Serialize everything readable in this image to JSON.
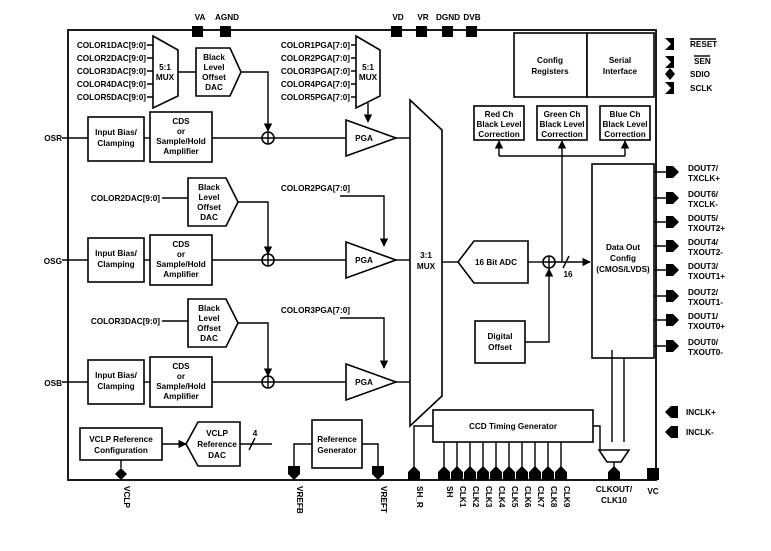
{
  "inputs": {
    "os_r": "OSR",
    "os_g": "OSG",
    "os_b": "OSB"
  },
  "color_dac": {
    "l1": "COLOR1DAC[9:0]",
    "l2": "COLOR2DAC[9:0]",
    "l3": "COLOR3DAC[9:0]",
    "l4": "COLOR4DAC[9:0]",
    "l5": "COLOR5DAC[9:0]"
  },
  "color_pga": {
    "l1": "COLOR1PGA[7:0]",
    "l2": "COLOR2PGA[7:0]",
    "l3": "COLOR3PGA[7:0]",
    "l4": "COLOR4PGA[7:0]",
    "l5": "COLOR5PGA[7:0]"
  },
  "mux51": {
    "l1": "5:1",
    "l2": "MUX"
  },
  "black_dac": {
    "l1": "Black",
    "l2": "Level",
    "l3": "Offset",
    "l4": "DAC"
  },
  "bias": {
    "l1": "Input Bias/",
    "l2": "Clamping"
  },
  "cds": {
    "l1": "CDS",
    "l2": "or",
    "l3": "Sample/Hold",
    "l4": "Amplifier"
  },
  "pga": "PGA",
  "mux31": {
    "l1": "3:1",
    "l2": "MUX"
  },
  "adc": "16 Bit ADC",
  "bus_width": "16",
  "digital_offset": {
    "l1": "Digital",
    "l2": "Offset"
  },
  "correction": {
    "red": {
      "l1": "Red Ch",
      "l2": "Black Level",
      "l3": "Correction"
    },
    "green": {
      "l1": "Green Ch",
      "l2": "Black Level",
      "l3": "Correction"
    },
    "blue": {
      "l1": "Blue Ch",
      "l2": "Black Level",
      "l3": "Correction"
    }
  },
  "config_registers": {
    "l1": "Config",
    "l2": "Registers"
  },
  "serial_interface": {
    "l1": "Serial",
    "l2": "Interface"
  },
  "data_out": {
    "l1": "Data Out",
    "l2": "Config",
    "l3": "(CMOS/LVDS)"
  },
  "top_pins": {
    "va": "VA",
    "agnd": "AGND",
    "vd": "VD",
    "vr": "VR",
    "dgnd": "DGND",
    "dvb": "DVB"
  },
  "serial_pins": {
    "reset": "RESET",
    "sen": "SEN",
    "sdio": "SDIO",
    "sclk": "SCLK"
  },
  "dout": {
    "d7a": "DOUT7/",
    "d7b": "TXCLK+",
    "d6a": "DOUT6/",
    "d6b": "TXCLK-",
    "d5a": "DOUT5/",
    "d5b": "TXOUT2+",
    "d4a": "DOUT4/",
    "d4b": "TXOUT2-",
    "d3a": "DOUT3/",
    "d3b": "TXOUT1+",
    "d2a": "DOUT2/",
    "d2b": "TXOUT1-",
    "d1a": "DOUT1/",
    "d1b": "TXOUT0+",
    "d0a": "DOUT0/",
    "d0b": "TXOUT0-"
  },
  "inclk_p": "INCLK+",
  "inclk_m": "INCLK-",
  "vclp_ref_cfg": {
    "l1": "VCLP Reference",
    "l2": "Configuration"
  },
  "vclp_ref_dac": {
    "l1": "VCLP",
    "l2": "Reference",
    "l3": "DAC"
  },
  "vclp_width": "4",
  "ref_gen": {
    "l1": "Reference",
    "l2": "Generator"
  },
  "ccd_timing": "CCD Timing Generator",
  "bottom_pins": {
    "vclp": "VCLP",
    "vrefb": "VREFB",
    "vreft": "VREFT",
    "sh_r": "SH_R",
    "sh": "SH",
    "clk1": "CLK1",
    "clk2": "CLK2",
    "clk3": "CLK3",
    "clk4": "CLK4",
    "clk5": "CLK5",
    "clk6": "CLK6",
    "clk7": "CLK7",
    "clk8": "CLK8",
    "clk9": "CLK9",
    "clkout_a": "CLKOUT/",
    "clkout_b": "CLK10",
    "vc": "VC"
  }
}
